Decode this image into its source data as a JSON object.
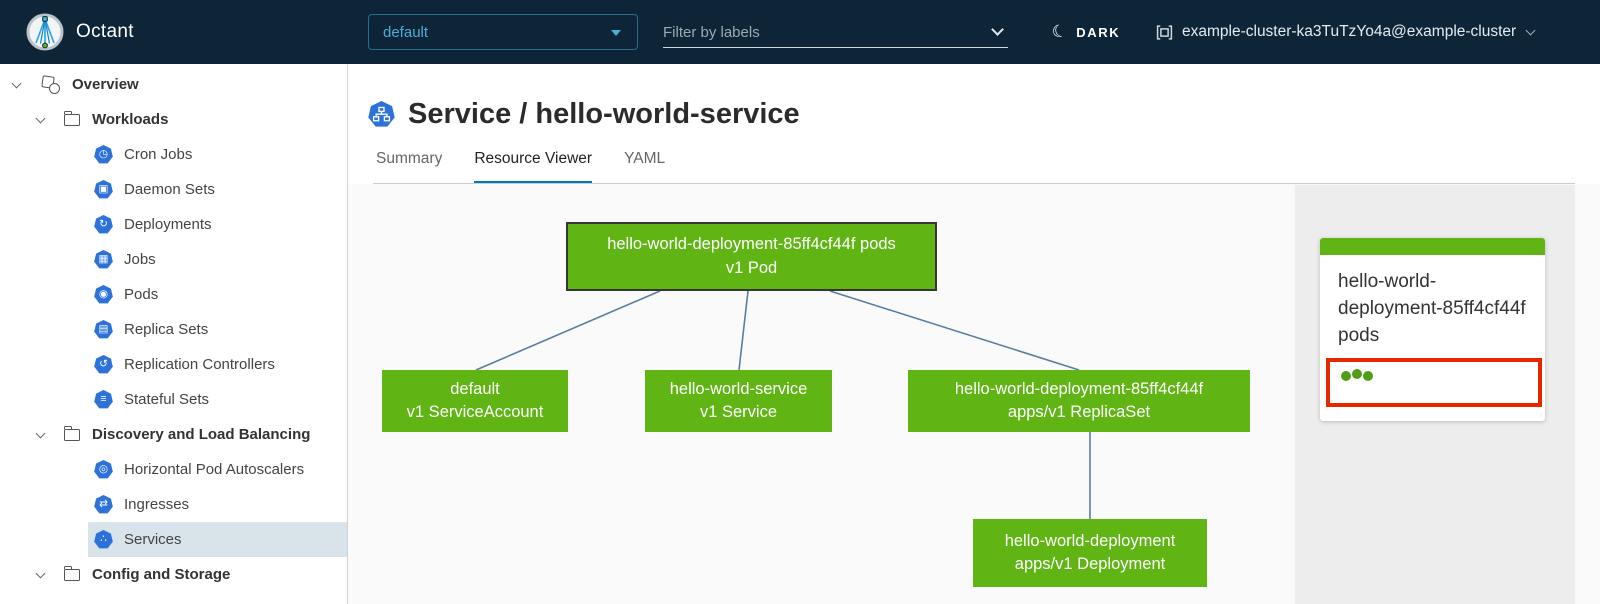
{
  "header": {
    "app_name": "Octant",
    "namespace_dropdown": {
      "value": "default"
    },
    "filter": {
      "placeholder": "Filter by labels"
    },
    "theme_toggle": {
      "label": "DARK",
      "icon": "moon-icon"
    },
    "cluster_selector": {
      "label": "example-cluster-ka3TuTzYo4a@example-cluster",
      "icon": "cluster-icon"
    }
  },
  "sidebar": {
    "items": [
      {
        "label": "Overview",
        "type": "root",
        "icon": "objects-icon",
        "expanded": true,
        "selected": false
      },
      {
        "label": "Workloads",
        "type": "group",
        "icon": "folder-icon",
        "expanded": true,
        "selected": false
      },
      {
        "label": "Cron Jobs",
        "type": "leaf",
        "icon": "cron-jobs-icon",
        "glyph": "◷",
        "selected": false
      },
      {
        "label": "Daemon Sets",
        "type": "leaf",
        "icon": "daemon-sets-icon",
        "glyph": "▣",
        "selected": false
      },
      {
        "label": "Deployments",
        "type": "leaf",
        "icon": "deployments-icon",
        "glyph": "↻",
        "selected": false
      },
      {
        "label": "Jobs",
        "type": "leaf",
        "icon": "jobs-icon",
        "glyph": "▦",
        "selected": false
      },
      {
        "label": "Pods",
        "type": "leaf",
        "icon": "pods-icon",
        "glyph": "◉",
        "selected": false
      },
      {
        "label": "Replica Sets",
        "type": "leaf",
        "icon": "replica-sets-icon",
        "glyph": "▤",
        "selected": false
      },
      {
        "label": "Replication Controllers",
        "type": "leaf",
        "icon": "replication-controllers-icon",
        "glyph": "↺",
        "selected": false
      },
      {
        "label": "Stateful Sets",
        "type": "leaf",
        "icon": "stateful-sets-icon",
        "glyph": "≡",
        "selected": false
      },
      {
        "label": "Discovery and Load Balancing",
        "type": "group",
        "icon": "folder-icon",
        "expanded": true,
        "selected": false
      },
      {
        "label": "Horizontal Pod Autoscalers",
        "type": "leaf",
        "icon": "horizontal-pod-autoscalers-icon",
        "glyph": "◎",
        "selected": false
      },
      {
        "label": "Ingresses",
        "type": "leaf",
        "icon": "ingresses-icon",
        "glyph": "⇄",
        "selected": false
      },
      {
        "label": "Services",
        "type": "leaf",
        "icon": "services-icon",
        "glyph": "∴",
        "selected": true
      },
      {
        "label": "Config and Storage",
        "type": "group",
        "icon": "folder-icon",
        "expanded": true,
        "selected": false
      }
    ]
  },
  "main": {
    "title": "Service / hello-world-service",
    "title_icon": "service-icon",
    "tabs": [
      {
        "label": "Summary",
        "active": false
      },
      {
        "label": "Resource Viewer",
        "active": true
      },
      {
        "label": "YAML",
        "active": false
      }
    ],
    "graph": {
      "nodes": [
        {
          "name": "hello-world-deployment-85ff4cf44f pods",
          "api_version": "v1 Pod",
          "kind": "Pod",
          "selected": true
        },
        {
          "name": "default",
          "api_version": "v1 ServiceAccount",
          "kind": "ServiceAccount",
          "selected": false
        },
        {
          "name": "hello-world-service",
          "api_version": "v1 Service",
          "kind": "Service",
          "selected": false
        },
        {
          "name": "hello-world-deployment-85ff4cf44f",
          "api_version": "apps/v1 ReplicaSet",
          "kind": "ReplicaSet",
          "selected": false
        },
        {
          "name": "hello-world-deployment",
          "api_version": "apps/v1 Deployment",
          "kind": "Deployment",
          "selected": false
        }
      ],
      "edges": [
        {
          "from": "Pod",
          "to": "ServiceAccount"
        },
        {
          "from": "Pod",
          "to": "Service"
        },
        {
          "from": "Pod",
          "to": "ReplicaSet"
        },
        {
          "from": "ReplicaSet",
          "to": "Deployment"
        }
      ]
    },
    "details_panel": {
      "selected_node": {
        "title": "hello-world-deployment-85ff4cf44f pods",
        "status_dots": 3,
        "annotated": true
      }
    }
  },
  "colors": {
    "header_bg": "#0e2538",
    "node_green": "#60b515",
    "icon_blue": "#2d72d9",
    "link_blue": "#49afd9",
    "tab_accent": "#0079b8",
    "annotation_red": "#e62700",
    "status_dot_green": "#4f9e16",
    "edge_blue_gray": "#5b7da0",
    "selected_row_bg": "#d9e4ea"
  }
}
